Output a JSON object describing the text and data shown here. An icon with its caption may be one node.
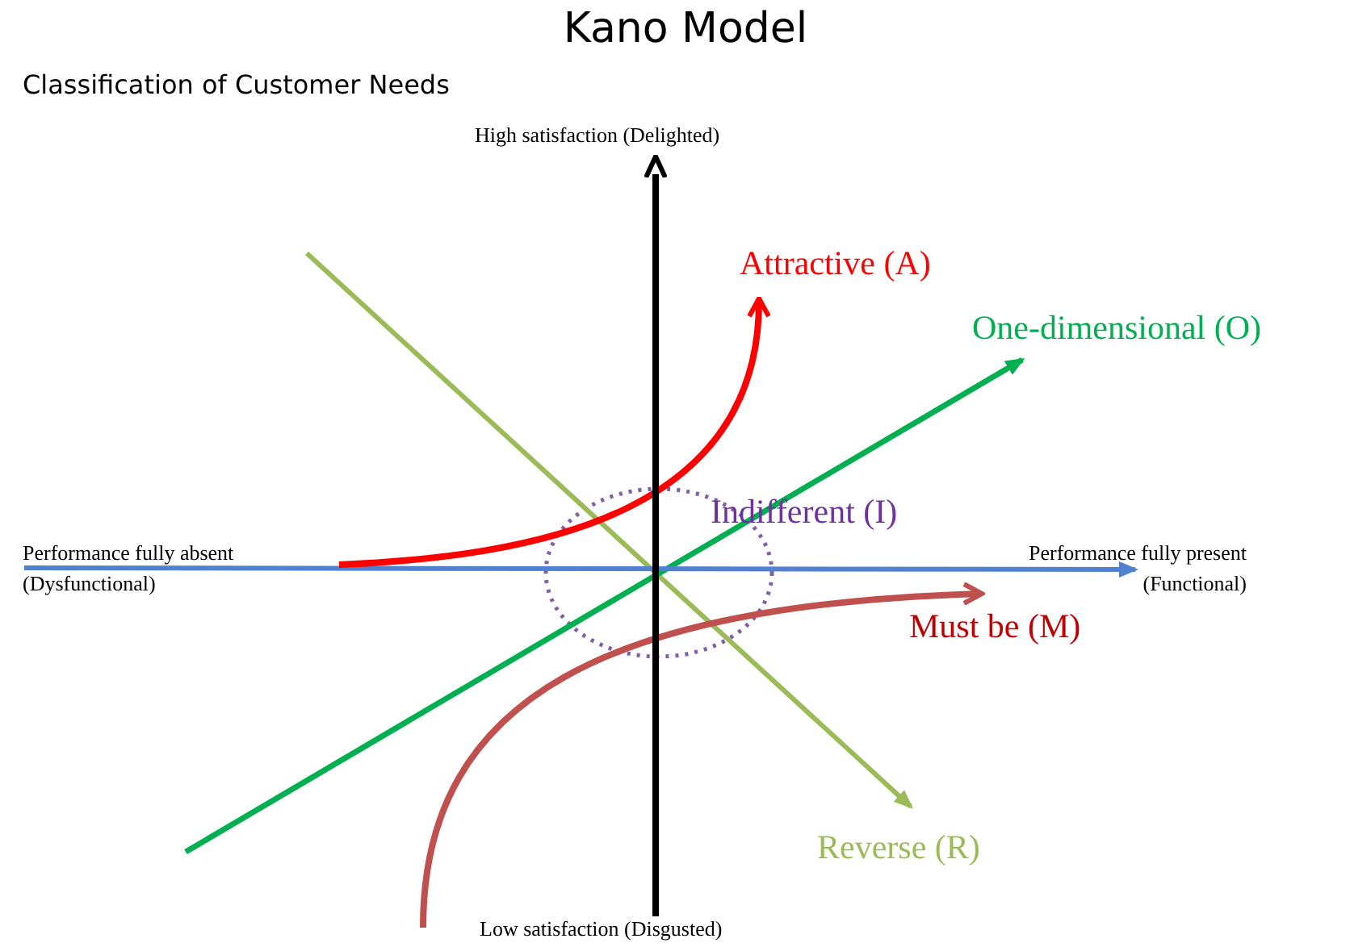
{
  "diagram": {
    "title": "Kano Model",
    "labels": [
      "Classification of Customer Needs",
      "High satisfaction (Delighted)",
      "Attractive (A)",
      "One-dimensional (O)",
      "Indifferent (I)",
      "Performance fully absent (Dysfunctional)",
      "Performance fully present (Functional)",
      "Must be (M)",
      "Reverse (R)",
      "Low satisfaction (Disgusted)"
    ]
  }
}
